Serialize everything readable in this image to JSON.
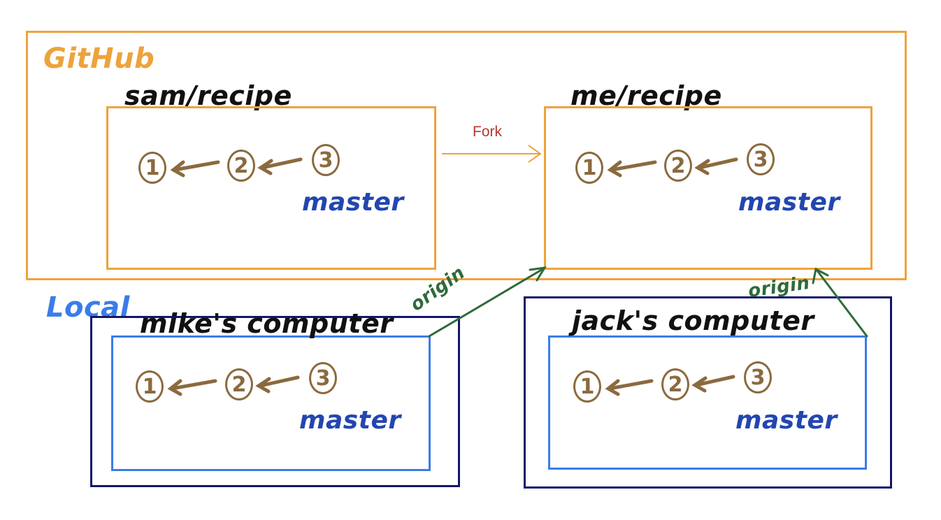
{
  "github": {
    "label": "GitHub"
  },
  "local": {
    "label": "Local"
  },
  "repos": {
    "sam": {
      "name": "sam/recipe",
      "commits": [
        "1",
        "2",
        "3"
      ],
      "branch": "master"
    },
    "me": {
      "name": "me/recipe",
      "commits": [
        "1",
        "2",
        "3"
      ],
      "branch": "master"
    }
  },
  "computers": {
    "mike": {
      "name": "mike's computer",
      "commits": [
        "1",
        "2",
        "3"
      ],
      "branch": "master",
      "remote": "origin"
    },
    "jack": {
      "name": "jack's computer",
      "commits": [
        "1",
        "2",
        "3"
      ],
      "branch": "master",
      "remote": "origin"
    }
  },
  "fork": {
    "label": "Fork"
  },
  "colors": {
    "github": "#EDA33C",
    "local_outer": "#14166A",
    "local_inner": "#3A7DE8",
    "commit": "#8B6A3E",
    "branch": "#2346B0",
    "origin": "#2E6B3A",
    "fork": "#B03A2E"
  }
}
